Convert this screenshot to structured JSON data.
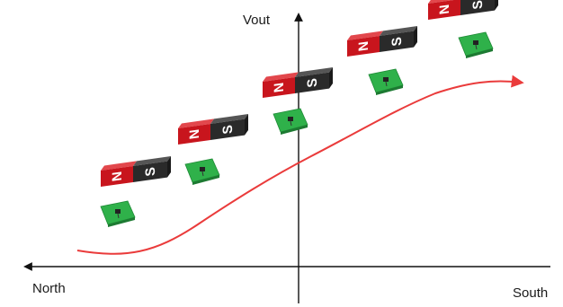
{
  "labels": {
    "vertical_axis": "Vout",
    "left": "North",
    "right": "South"
  },
  "magnet": {
    "north_pole": "N",
    "south_pole": "S",
    "count": 5
  },
  "colors": {
    "north_pole": "#c8151d",
    "south_pole": "#2a2a2a",
    "sensor_board": "#2fb14a",
    "output_curve": "#ea3b3b",
    "axes": "#111111"
  }
}
